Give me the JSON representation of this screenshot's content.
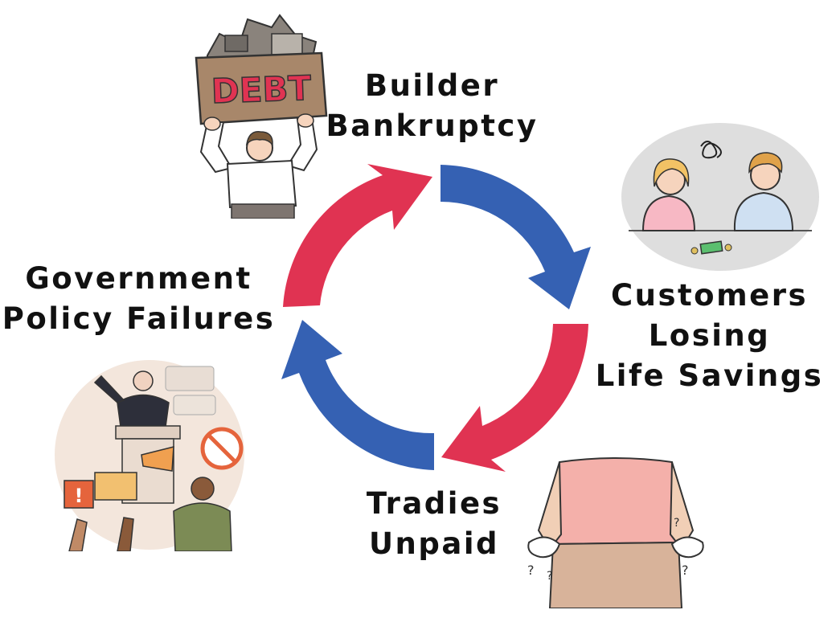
{
  "diagram": {
    "type": "cycle",
    "stages": [
      {
        "id": "builder",
        "lines": [
          "Builder",
          "Bankruptcy"
        ],
        "illustration": "person-holding-debt-box"
      },
      {
        "id": "customers",
        "lines": [
          "Customers",
          "Losing",
          "Life Savings"
        ],
        "illustration": "worried-couple"
      },
      {
        "id": "tradies",
        "lines": [
          "Tradies",
          "Unpaid"
        ],
        "illustration": "empty-pockets"
      },
      {
        "id": "government",
        "lines": [
          "Government",
          "Policy Failures"
        ],
        "illustration": "protest-politician"
      }
    ],
    "debt_text": "DEBT",
    "colors": {
      "red_arrow": "#e03352",
      "blue_arrow": "#3561b3",
      "text": "#111111"
    }
  }
}
